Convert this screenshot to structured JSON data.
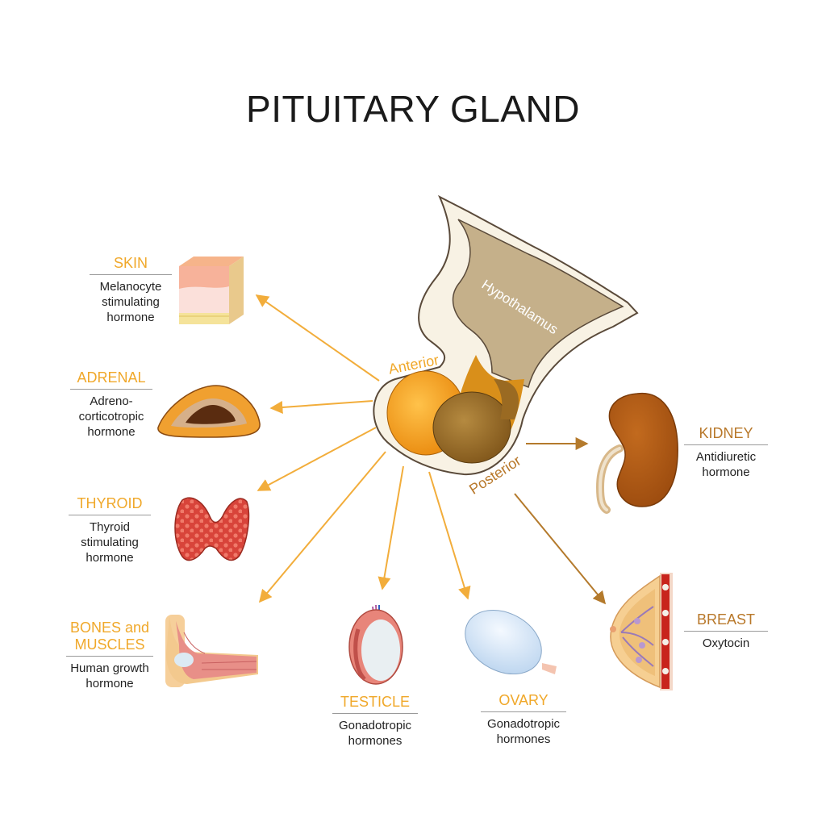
{
  "title": "PITUITARY GLAND",
  "regions": {
    "hypothalamus": "Hypothalamus",
    "anterior": "Anterior",
    "posterior": "Posterior"
  },
  "targets": [
    {
      "name": "SKIN",
      "hormone": [
        "Melanocyte",
        "stimulating",
        "hormone"
      ],
      "lobe": "anterior"
    },
    {
      "name": "ADRENAL",
      "hormone": [
        "Adreno-",
        "corticotropic",
        "hormone"
      ],
      "lobe": "anterior"
    },
    {
      "name": "THYROID",
      "hormone": [
        "Thyroid",
        "stimulating",
        "hormone"
      ],
      "lobe": "anterior"
    },
    {
      "name": [
        "BONES and",
        "MUSCLES"
      ],
      "hormone": [
        "Human growth",
        "hormone"
      ],
      "lobe": "anterior"
    },
    {
      "name": "TESTICLE",
      "hormone": [
        "Gonadotropic",
        "hormones"
      ],
      "lobe": "anterior"
    },
    {
      "name": "OVARY",
      "hormone": [
        "Gonadotropic",
        "hormones"
      ],
      "lobe": "anterior"
    },
    {
      "name": "KIDNEY",
      "hormone": [
        "Antidiuretic",
        "hormone"
      ],
      "lobe": "posterior"
    },
    {
      "name": "BREAST",
      "hormone": [
        "Oxytocin"
      ],
      "lobe": "posterior"
    }
  ],
  "colors": {
    "anterior_arrow": "#f2ad3b",
    "posterior_arrow": "#b47a2c",
    "label_orange": "#f0a82a",
    "label_brown": "#b8782a",
    "anterior_lobe": "#f29a12",
    "posterior_lobe": "#9a6a22",
    "hypothalamus": "#c5b08a"
  }
}
